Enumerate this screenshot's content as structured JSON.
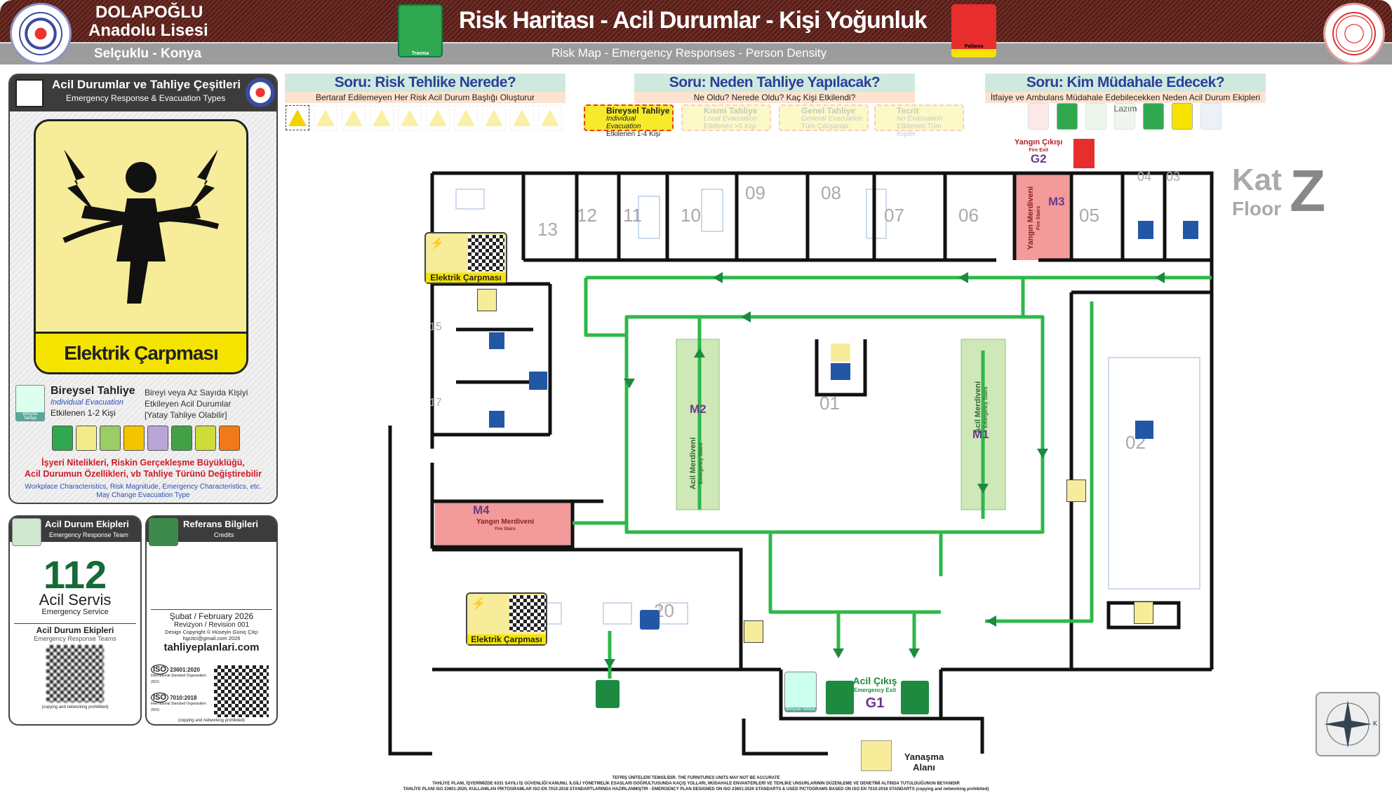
{
  "header": {
    "school_name_1": "DOLAPOĞLU",
    "school_name_2": "Anadolu Lisesi",
    "location": "Selçuklu - Konya",
    "title": "Risk Haritası - Acil Durumlar - Kişi Yoğunluk",
    "subtitle": "Risk Map - Emergency Responses - Person Density",
    "left_icon_caption": "Travma",
    "right_icon_caption": "Patlama"
  },
  "left_panel": {
    "title": "Acil Durumlar ve Tahliye Çeşitleri",
    "subtitle": "Emergency Response & Evacuation Types",
    "hazard_label": "Elektrik Çarpması",
    "evac_title": "Bireysel Tahliye",
    "evac_title_en": "Individual Evacuation",
    "evac_affected": "Etkilenen 1-2 Kişi",
    "evac_icon_caption": "Bireysel Tahliye",
    "evac_desc_1": "Bireyi veya Az Sayıda Kişiyi",
    "evac_desc_2": "Etkileyen Acil Durumlar",
    "evac_desc_3": "[Yatay Tahliye Olabilir]",
    "pictograms": [
      {
        "name": "trauma",
        "color": "#2fa84f"
      },
      {
        "name": "electric-shock",
        "color": "#f3eb8a"
      },
      {
        "name": "chemical-poisoning",
        "color": "#9ccc65"
      },
      {
        "name": "choking",
        "color": "#f5c400"
      },
      {
        "name": "gas-poisoning",
        "color": "#b9a6d6"
      },
      {
        "name": "burn",
        "color": "#43a047"
      },
      {
        "name": "first-aid",
        "color": "#cddc39"
      },
      {
        "name": "traffic-accident",
        "color": "#f07a1a"
      }
    ],
    "warning_tr_1": "İşyeri Nitelikleri, Riskin Gerçekleşme Büyüklüğü,",
    "warning_tr_2": "Acil Durumun Özellikleri, vb Tahliye Türünü Değiştirebilir",
    "warning_en_1": "Workplace Characteristics, Risk Magnitude, Emergency Characteristics, etc.",
    "warning_en_2": "May Change Evacuation Type"
  },
  "team_card": {
    "title": "Acil Durum Ekipleri",
    "subtitle": "Emergency Response Team",
    "number": "112",
    "service": "Acil Servis",
    "service_en": "Emergency Service",
    "teams": "Acil Durum Ekipleri",
    "teams_en": "Emergency Response Teams",
    "note": "(copying and networking prohibited)"
  },
  "credits_card": {
    "title": "Referans Bilgileri",
    "subtitle": "Credits",
    "date": "Şubat / February 2026",
    "revision": "Revizyon / Revision 001",
    "copyright": "Design Copyright © Hüseyin Güniç Çitçi",
    "email": "hgcitci@gmail.com 2026",
    "website": "tahliyeplanlari.com",
    "iso1": "23601:2020",
    "iso2": "7010:2018",
    "iso_org": "International Standard Organization (ISO)",
    "iso_logo": "ISO",
    "note": "(copying and networking prohibited)"
  },
  "questions": [
    {
      "title": "Soru: Risk Tehlike Nerede?",
      "sub": "Bertaraf Edilemeyen Her Risk Acil Durum Başlığı Oluşturur"
    },
    {
      "title": "Soru: Neden Tahliye Yapılacak?",
      "sub": "Ne Oldu? Nerede Oldu? Kaç Kişi Etkilendi?"
    },
    {
      "title": "Soru: Kim Müdahale Edecek?",
      "sub": "İtfaiye ve Ambulans Müdahale Edebilecekken Neden Acil Durum Ekipleri Lazım"
    }
  ],
  "evac_types": [
    {
      "title": "Bireysel Tahliye",
      "en": "Individual Evacuation",
      "count": "Etkilenen 1-4 Kişi",
      "active": true
    },
    {
      "title": "Kısmi Tahliye",
      "en": "Local Evacuation",
      "count": "Etkilenen >5 Kişi",
      "active": false
    },
    {
      "title": "Genel Tahliye",
      "en": "General Evacuation",
      "count": "Tüm Çalışanlar",
      "active": false
    },
    {
      "title": "Tecrit",
      "en": "No Evacuation",
      "count": "Etkilenen Tüm Kişiler",
      "active": false
    }
  ],
  "map": {
    "floor_tr": "Kat",
    "floor_en": "Floor",
    "floor_code": "Z",
    "rooms": [
      "13",
      "12",
      "11",
      "10",
      "09",
      "08",
      "07",
      "06",
      "05",
      "04",
      "03",
      "01",
      "02",
      "20",
      "15",
      "17"
    ],
    "fire_exit": "Yangın Çıkışı",
    "fire_exit_en": "Fire Exit",
    "fire_exit_code": "G2",
    "exit": "Acil Çıkış",
    "exit_en": "Emergency Exit",
    "exit_code": "G1",
    "stairs": {
      "m1": "M1",
      "m2": "M2",
      "m3": "M3",
      "m4": "M4",
      "emergency": "Acil Merdiveni",
      "emergency_en": "Emergency Stairs",
      "fire": "Yangın Merdiveni",
      "fire_en": "Fire Stairs"
    },
    "hazard_marker": "Elektrik Çarpması",
    "individual_evac": "Bireysel Tahliye",
    "docking_1": "Yanaşma",
    "docking_2": "Alanı",
    "route_color": "#2eb84a"
  },
  "footer": {
    "line1": "TEFRİŞ ÜNİTELERİ TEMSİLİDİR. THE FURNITURES UNITS MAY NOT BE ACCURATE",
    "line2": "TAHLİYE PLANI, İŞYERİMİZDE 6331 SAYILI İŞ GÜVENLİĞİ KANUNU, İLGİLİ YÖNETMELİK ESASLARI DOĞRULTUSUNDA KAÇIŞ YOLLARI, MÜDAHALE ENVANTERLERİ VE TEHLİKE UNSURLARININ DÜZENLEME VE DENETİMİ ALTINDA TUTULDUĞUNUN BEYANIDIR",
    "line3": "TAHLİYE PLANI ISO 23601:2020, KULLANILAN PİKTOGRAMLAR ISO EN 7010:2018 STANDARTLARINDA HAZIRLANMIŞTIR - EMERGENCY PLAN DESIGNED ON ISO 23601:2020 STANDARTS & USED PICTOGRAMS BASED ON ISO EN 7010:2018 STANDARTS (copying and networking prohibited)"
  },
  "compass": {
    "north": "K"
  }
}
